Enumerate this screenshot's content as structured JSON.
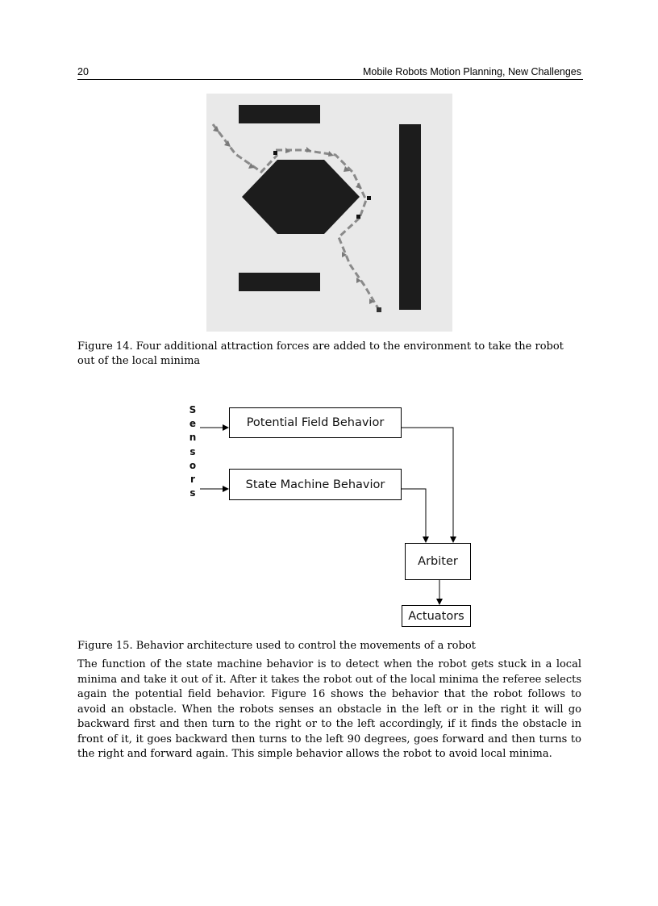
{
  "header": {
    "page_number": "20",
    "running_title": "Mobile Robots Motion Planning, New Challenges"
  },
  "figure14": {
    "caption": "Figure 14. Four additional attraction forces are added to the environment to take the robot out of the local minima",
    "colors": {
      "background": "#e9e9e9",
      "obstacle": "#1c1c1c",
      "path": "#8a8a8a"
    }
  },
  "figure15": {
    "sensors_letters": [
      "S",
      "e",
      "n",
      "s",
      "o",
      "r",
      "s"
    ],
    "potential_field_label": "Potential Field Behavior",
    "state_machine_label": "State Machine Behavior",
    "arbiter_label": "Arbiter",
    "actuators_label": "Actuators",
    "caption": "Figure 15. Behavior architecture used to control the movements of a robot"
  },
  "body": {
    "paragraph": "The function of the state machine behavior is to detect when the robot gets stuck in a local minima and take it out of it. After it takes the robot out of the local minima the referee selects again the potential field behavior. Figure 16 shows the behavior that the robot follows to avoid an obstacle. When the robots senses an obstacle in the left or in the right it will go backward first and then turn to the right or to the left accordingly, if it finds the obstacle in front of it, it goes backward then turns to the left 90 degrees, goes forward and then turns to the right and forward again. This simple behavior allows the robot to avoid local minima."
  }
}
